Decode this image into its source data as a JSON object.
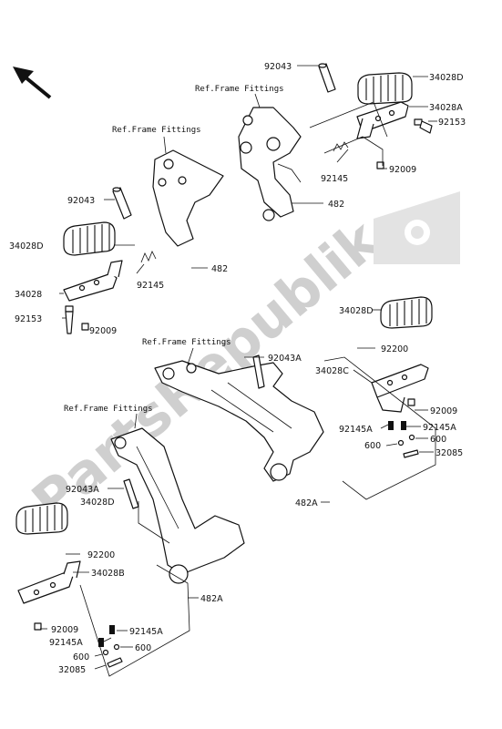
{
  "watermark": "PartsRepublik",
  "labels": {
    "l_92043_a": "92043",
    "l_ref_top": "Ref.Frame Fittings",
    "l_34028D_a": "34028D",
    "l_34028A": "34028A",
    "l_92153_a": "92153",
    "l_ref_2": "Ref.Frame Fittings",
    "l_92009_a": "92009",
    "l_92145_a": "92145",
    "l_482_a": "482",
    "l_92043_b": "92043",
    "l_34028D_b": "34028D",
    "l_482_b": "482",
    "l_34028": "34028",
    "l_92145_b": "92145",
    "l_92153_b": "92153",
    "l_92009_b": "92009",
    "l_34028D_c": "34028D",
    "l_ref_3": "Ref.Frame Fittings",
    "l_92043A_a": "92043A",
    "l_92200_a": "92200",
    "l_34028C": "34028C",
    "l_92009_c": "92009",
    "l_92145A_a": "92145A",
    "l_92145A_b": "92145A",
    "l_600_a": "600",
    "l_600_b": "600",
    "l_32085_a": "32085",
    "l_ref_4": "Ref.Frame Fittings",
    "l_482A_a": "482A",
    "l_92043A_b": "92043A",
    "l_34028D_d": "34028D",
    "l_92200_b": "92200",
    "l_34028B": "34028B",
    "l_482A_b": "482A",
    "l_92009_d": "92009",
    "l_92145A_c": "92145A",
    "l_92145A_d": "92145A",
    "l_600_c": "600",
    "l_600_d": "600",
    "l_32085_b": "32085"
  }
}
